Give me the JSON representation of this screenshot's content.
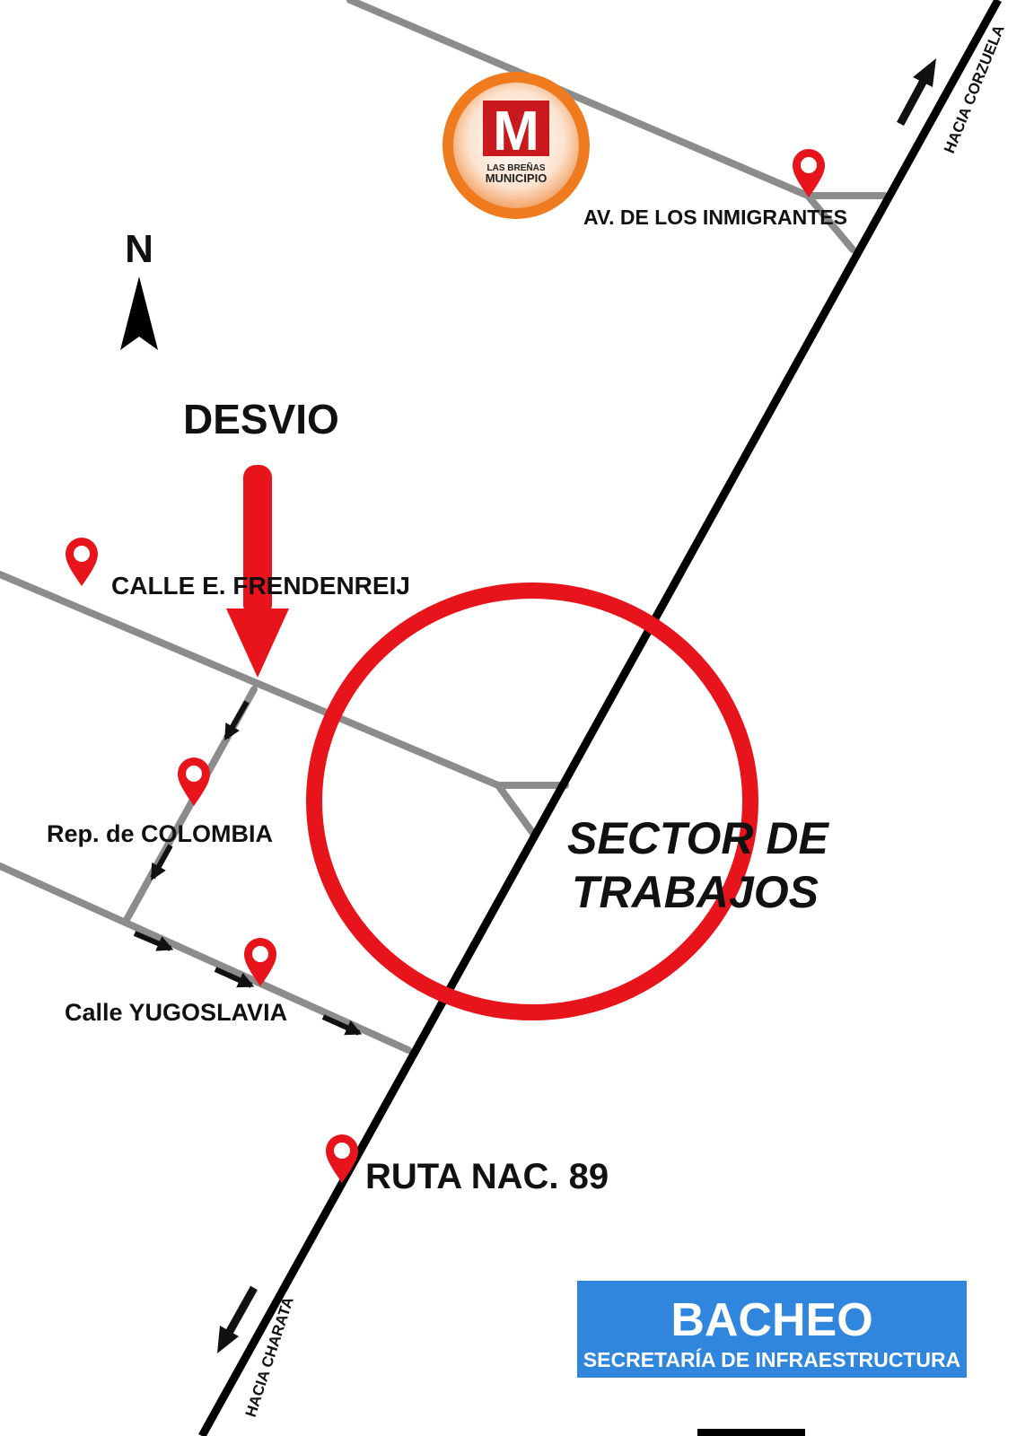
{
  "colors": {
    "street": "#8c8c8c",
    "route": "#000000",
    "accent": "#e8141c",
    "logo_ring": "#f07a1e",
    "banner": "#2f86dc"
  },
  "compass": {
    "label": "N"
  },
  "logo": {
    "letter": "M",
    "line1": "LAS BREÑAS",
    "line2": "MUNICIPIO"
  },
  "labels": {
    "inmigrantes": "AV. DE LOS INMIGRANTES",
    "corzuela": "HACIA CORZUELA",
    "desvio": "DESVIO",
    "frendenreij": "CALLE E. FRENDENREIJ",
    "colombia": "Rep. de COLOMBIA",
    "yugoslavia": "Calle YUGOSLAVIA",
    "sector_line1": "SECTOR DE",
    "sector_line2": "TRABAJOS",
    "ruta": "RUTA NAC. 89",
    "charata": "HACIA CHARATA"
  },
  "banner": {
    "title": "BACHEO",
    "subtitle": "SECRETARÍA DE INFRAESTRUCTURA"
  },
  "icons": {
    "pin": "map-pin-icon",
    "north": "north-arrow-icon",
    "detour": "detour-arrow-icon",
    "direction": "direction-arrow-icon",
    "work_zone": "work-zone-circle"
  }
}
